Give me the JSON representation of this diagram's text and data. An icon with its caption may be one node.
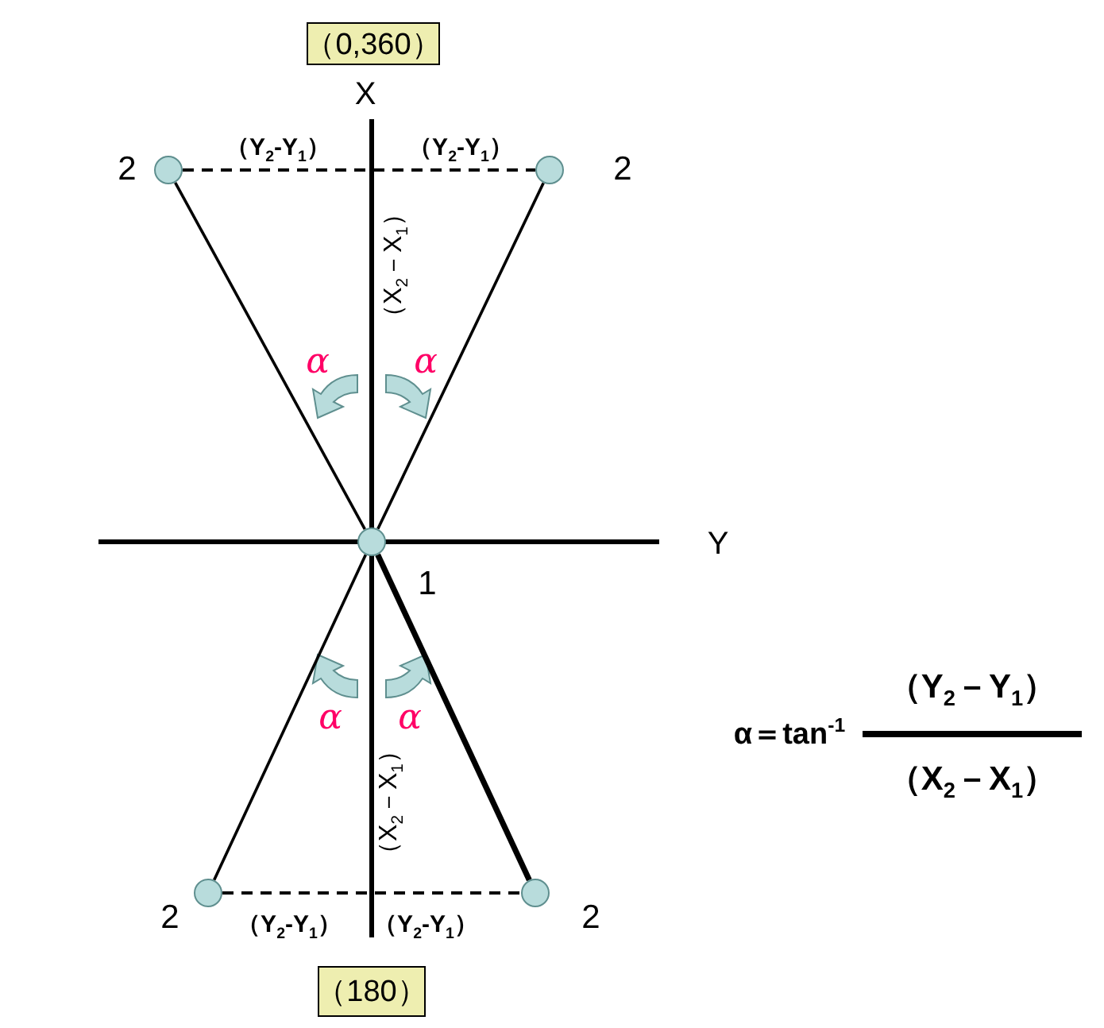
{
  "diagram": {
    "nodes": [
      {
        "text": [
          "（0,360）"
        ]
      },
      {
        "text": [],
        "shape": "circle",
        "beside": [
          "2"
        ]
      },
      {
        "text": [],
        "shape": "circle",
        "beside": [
          "2"
        ]
      },
      {
        "text": [],
        "shape": "circle",
        "beside": [
          "1"
        ]
      },
      {
        "text": [],
        "shape": "circle",
        "beside": [
          "2"
        ]
      },
      {
        "text": [],
        "shape": "circle",
        "beside": [
          "2"
        ]
      },
      {
        "text": [
          "（180）"
        ]
      }
    ],
    "edges": [
      {
        "from": 3,
        "to": 1,
        "arrow": "none"
      },
      {
        "from": 3,
        "to": 2,
        "arrow": "none"
      },
      {
        "from": 3,
        "to": 4,
        "arrow": "none"
      },
      {
        "from": 3,
        "to": 5,
        "arrow": "none",
        "style": "thick"
      },
      {
        "from": 1,
        "to": 2,
        "arrow": "none",
        "style": "dashed"
      },
      {
        "from": 4,
        "to": 5,
        "arrow": "none",
        "style": "dashed"
      }
    ],
    "labels": [
      "X",
      "（Y$_{2}$-Y$_{1}$）",
      "（Y$_{2}$-Y$_{1}$）",
      "（X$_{2}$－X$_{1}$）",
      "α",
      "α",
      "Y",
      "α",
      "α",
      "（X$_{2}$－X$_{1}$）",
      "（Y$_{2}$-Y$_{1}$）",
      "（Y$_{2}$-Y$_{1}$）",
      "α＝tan$^{-1}$",
      "（Y$_{2}$－Y$_{1}$）",
      "（X$_{2}$－X$_{1}$）"
    ]
  }
}
